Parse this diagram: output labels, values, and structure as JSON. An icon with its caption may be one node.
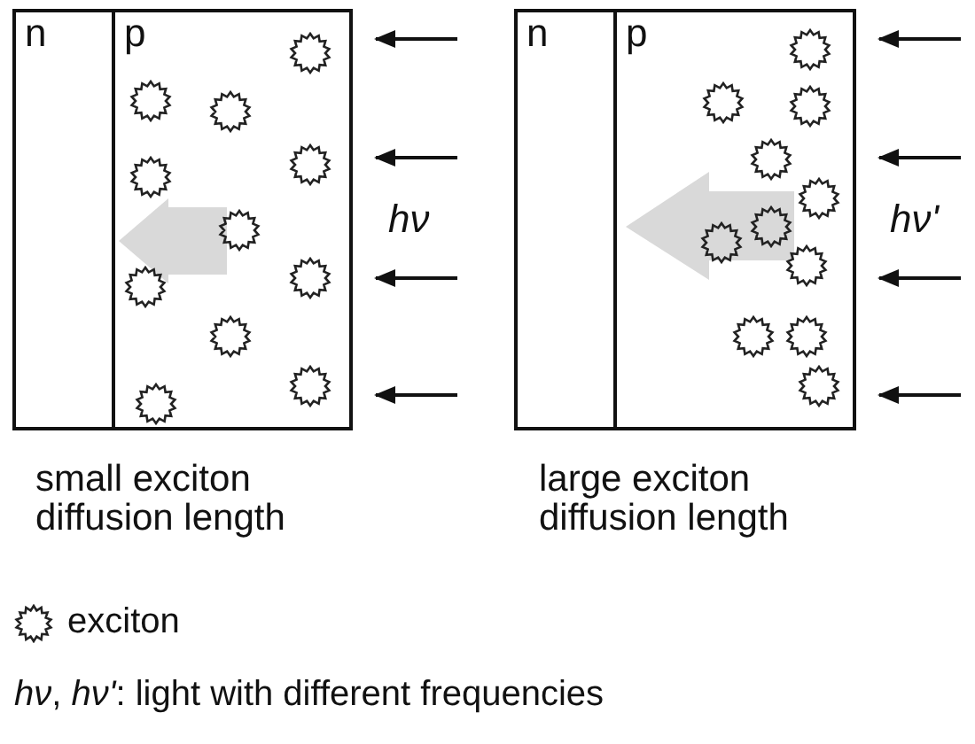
{
  "diagram": {
    "nodes": [
      {
        "text": [
          "n"
        ]
      },
      {
        "text": [
          "p"
        ]
      },
      {
        "text": [
          "n"
        ]
      },
      {
        "text": [
          "p"
        ]
      }
    ],
    "edges": [
      {
        "from": null,
        "to": 1,
        "arrow": "to"
      },
      {
        "from": null,
        "to": 1,
        "arrow": "to"
      },
      {
        "from": null,
        "to": 1,
        "arrow": "to"
      },
      {
        "from": null,
        "to": 1,
        "arrow": "to"
      },
      {
        "from": null,
        "to": 3,
        "arrow": "to"
      },
      {
        "from": null,
        "to": 3,
        "arrow": "to"
      },
      {
        "from": null,
        "to": 3,
        "arrow": "to"
      },
      {
        "from": null,
        "to": 3,
        "arrow": "to"
      }
    ],
    "labels": [
      "hν",
      "hν'",
      "small exciton diffusion length",
      "large exciton diffusion length",
      "*hν*, *hν'*: light with different frequencies"
    ],
    "legend": [
      {
        "text": "exciton"
      }
    ]
  }
}
